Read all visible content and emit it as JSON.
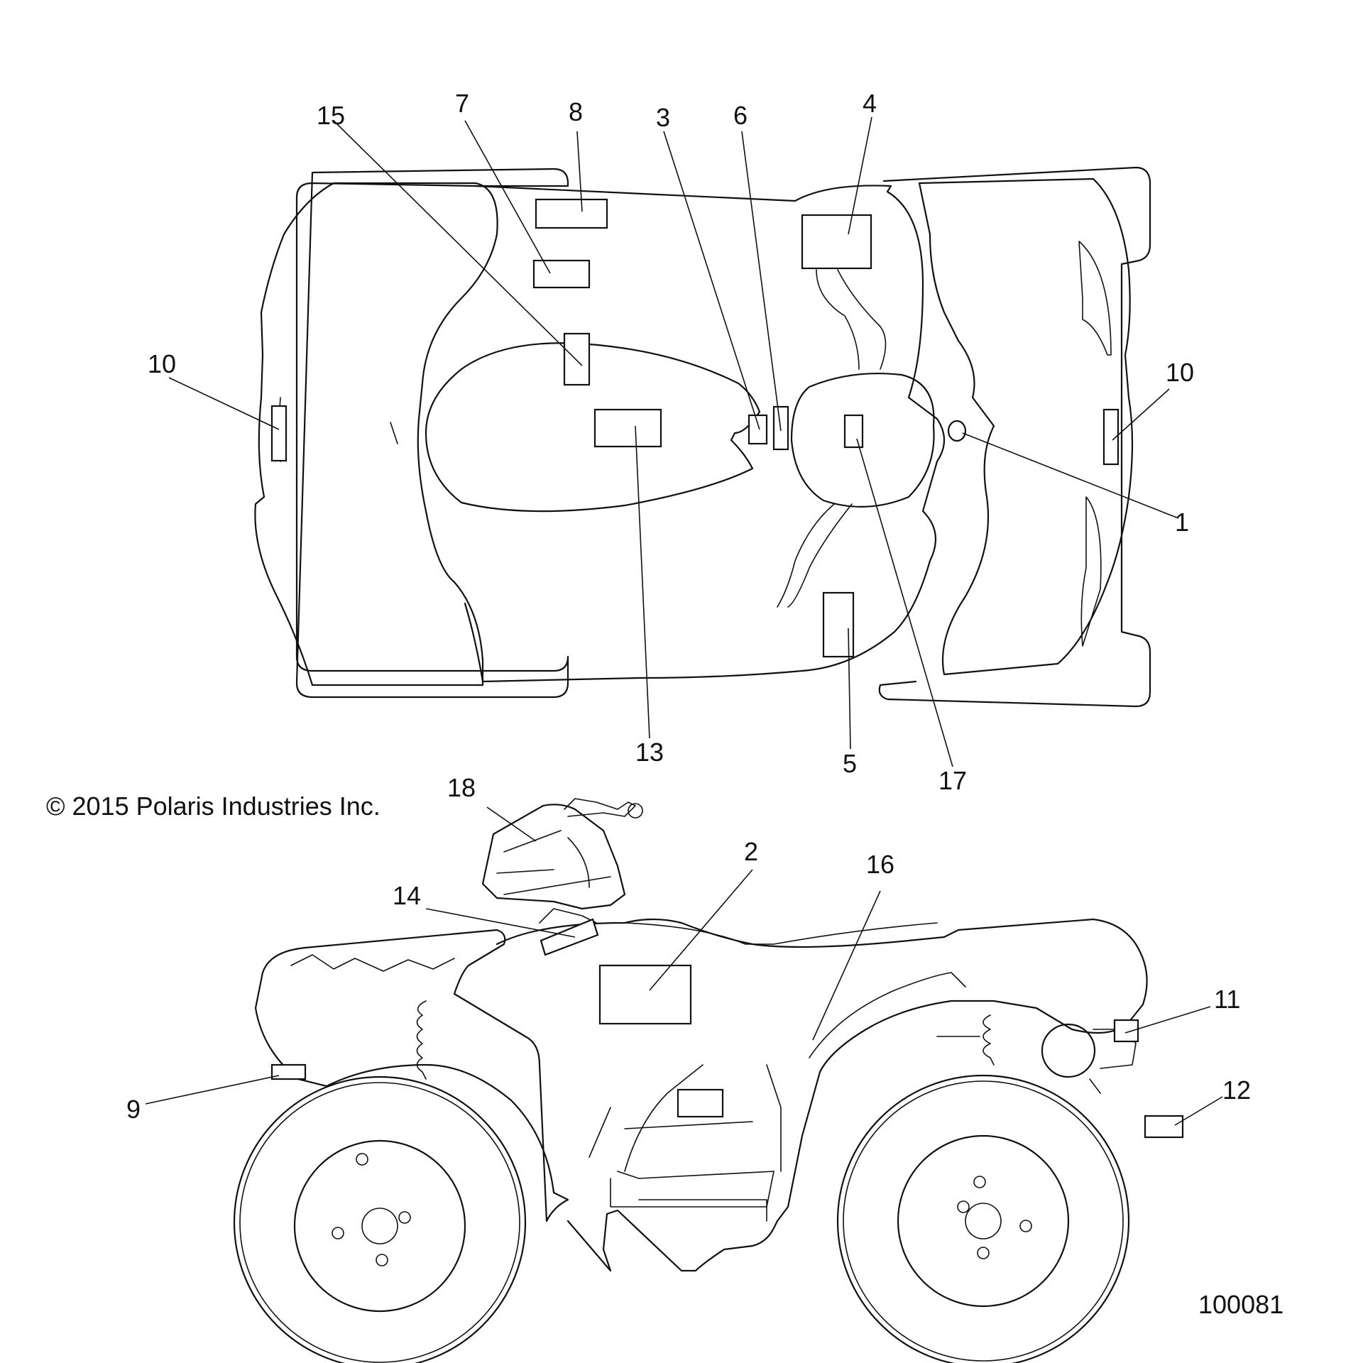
{
  "copyright": "© 2015 Polaris Industries Inc.",
  "figure_number": "100081",
  "callouts": {
    "c1": "1",
    "c2": "2",
    "c3": "3",
    "c4": "4",
    "c5": "5",
    "c6": "6",
    "c7": "7",
    "c8": "8",
    "c9": "9",
    "c10a": "10",
    "c10b": "10",
    "c11": "11",
    "c12": "12",
    "c13": "13",
    "c14": "14",
    "c15": "15",
    "c16": "16",
    "c17": "17",
    "c18": "18"
  }
}
